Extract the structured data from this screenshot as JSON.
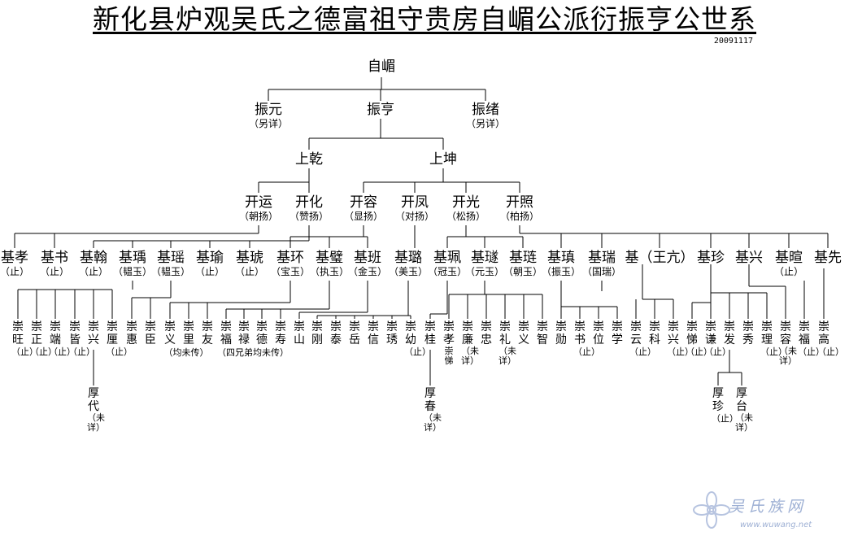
{
  "title": "新化县炉观吴氏之德富祖守贵房自嵋公派衍振亨公世系",
  "date": "20091117",
  "watermark": {
    "text": "吴氏族网",
    "url": "www.wuwang.net"
  },
  "generations": {
    "gen1": [
      {
        "name": "自嵋",
        "note": ""
      }
    ],
    "gen2": [
      {
        "name": "振元",
        "note": "（另详）"
      },
      {
        "name": "振亨",
        "note": ""
      },
      {
        "name": "振绪",
        "note": "（另详）"
      }
    ],
    "gen3": [
      {
        "name": "上乾",
        "note": ""
      },
      {
        "name": "上坤",
        "note": ""
      }
    ],
    "gen4": [
      {
        "name": "开运",
        "note": "（朝扬）"
      },
      {
        "name": "开化",
        "note": "（赞扬）"
      },
      {
        "name": "开容",
        "note": "（显扬）"
      },
      {
        "name": "开凤",
        "note": "（对扬）"
      },
      {
        "name": "开光",
        "note": "（松扬）"
      },
      {
        "name": "开照",
        "note": "（柏扬）"
      }
    ],
    "gen5": [
      {
        "name": "基孝",
        "note": "（止）"
      },
      {
        "name": "基书",
        "note": "（止）"
      },
      {
        "name": "基翰",
        "note": "（止）"
      },
      {
        "name": "基瑀",
        "note": "（韫玉）"
      },
      {
        "name": "基瑶",
        "note": "（韫玉）"
      },
      {
        "name": "基瑜",
        "note": "（止）"
      },
      {
        "name": "基琥",
        "note": "（止）"
      },
      {
        "name": "基环",
        "note": "（宝玉）"
      },
      {
        "name": "基璧",
        "note": "（执玉）"
      },
      {
        "name": "基班",
        "note": "（金玉）"
      },
      {
        "name": "基璐",
        "note": "（美玉）"
      },
      {
        "name": "基珮",
        "note": "（冠玉）"
      },
      {
        "name": "基璲",
        "note": "（元玉）"
      },
      {
        "name": "基琏",
        "note": "（朝玉）"
      },
      {
        "name": "基瑱",
        "note": "（振玉）"
      },
      {
        "name": "基瑞",
        "note": "（国瑞）"
      },
      {
        "name": "基（王亢）",
        "note": ""
      },
      {
        "name": "基珍",
        "note": ""
      },
      {
        "name": "基兴",
        "note": ""
      },
      {
        "name": "基暄",
        "note": "（止）"
      },
      {
        "name": "基先",
        "note": ""
      }
    ],
    "gen6": [
      {
        "name": "崇旺",
        "note": "（止）"
      },
      {
        "name": "崇正",
        "note": "（止）"
      },
      {
        "name": "崇端",
        "note": "（止）"
      },
      {
        "name": "崇皆",
        "note": "（止）"
      },
      {
        "name": "崇兴",
        "note": ""
      },
      {
        "name": "崇厘",
        "note": "（止）"
      },
      {
        "name": "崇惠",
        "note": ""
      },
      {
        "name": "崇臣",
        "note": ""
      },
      {
        "name": "崇义",
        "note": ""
      },
      {
        "name": "崇里",
        "note": ""
      },
      {
        "name": "崇友",
        "note": ""
      },
      {
        "name": "崇福",
        "note": ""
      },
      {
        "name": "崇禄",
        "note": ""
      },
      {
        "name": "崇德",
        "note": ""
      },
      {
        "name": "崇寿",
        "note": ""
      },
      {
        "name": "崇山",
        "note": ""
      },
      {
        "name": "崇刚",
        "note": ""
      },
      {
        "name": "崇泰",
        "note": ""
      },
      {
        "name": "崇岳",
        "note": ""
      },
      {
        "name": "崇信",
        "note": ""
      },
      {
        "name": "崇琇",
        "note": ""
      },
      {
        "name": "崇幼",
        "note": "（止）"
      },
      {
        "name": "崇桂",
        "note": ""
      },
      {
        "name": "崇孝",
        "note": ""
      },
      {
        "name": "崇廉",
        "note": "（未详）"
      },
      {
        "name": "崇忠",
        "note": ""
      },
      {
        "name": "崇礼",
        "note": "（未详）"
      },
      {
        "name": "崇义",
        "note": ""
      },
      {
        "name": "崇智",
        "note": ""
      },
      {
        "name": "崇勋",
        "note": ""
      },
      {
        "name": "崇书",
        "note": "（止）"
      },
      {
        "name": "崇位",
        "note": ""
      },
      {
        "name": "崇学",
        "note": ""
      },
      {
        "name": "崇云",
        "note": "（止）"
      },
      {
        "name": "崇科",
        "note": ""
      },
      {
        "name": "崇兴",
        "note": "（止）"
      },
      {
        "name": "崇悌",
        "note": "（止）"
      },
      {
        "name": "崇谦",
        "note": "（止）"
      },
      {
        "name": "崇发",
        "note": ""
      },
      {
        "name": "崇秀",
        "note": ""
      },
      {
        "name": "崇理",
        "note": "（止）"
      },
      {
        "name": "崇容",
        "note": "（未详）"
      },
      {
        "name": "崇福",
        "note": "（止）"
      },
      {
        "name": "崇高",
        "note": "（止）"
      }
    ],
    "gen6_group_notes": [
      {
        "text": "（均未传）"
      },
      {
        "text": "（四兄弟均未传）"
      }
    ],
    "gen6_extra": {
      "text": "崇悌"
    },
    "gen7": [
      {
        "name": "厚代",
        "note": "（未详）"
      },
      {
        "name": "厚春",
        "note": "（未详）"
      },
      {
        "name": "厚珍",
        "note": "（止）"
      },
      {
        "name": "厚台",
        "note": "（未详）"
      }
    ]
  }
}
